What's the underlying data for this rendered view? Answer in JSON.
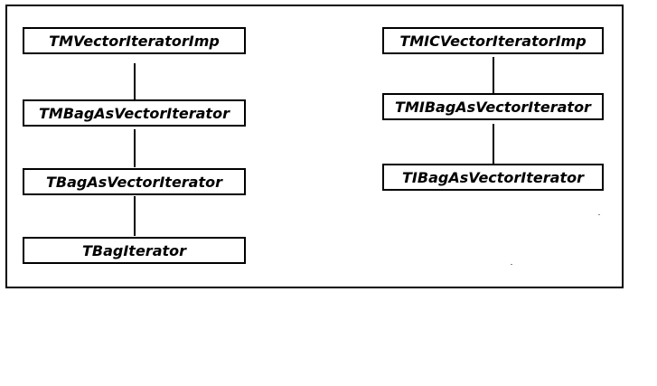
{
  "diagram": {
    "nodes": [
      {
        "id": "n1",
        "label": "TMVectorIteratorImp"
      },
      {
        "id": "n2",
        "label": "TMBagAsVectorIterator"
      },
      {
        "id": "n3",
        "label": "TBagAsVectorIterator"
      },
      {
        "id": "n4",
        "label": "TBagIterator"
      },
      {
        "id": "n5",
        "label": "TMICVectorIteratorImp"
      },
      {
        "id": "n6",
        "label": "TMIBagAsVectorIterator"
      },
      {
        "id": "n7",
        "label": "TIBagAsVectorIterator"
      }
    ],
    "edges": [
      {
        "from": "n1",
        "to": "n2"
      },
      {
        "from": "n2",
        "to": "n3"
      },
      {
        "from": "n3",
        "to": "n4"
      },
      {
        "from": "n5",
        "to": "n6"
      },
      {
        "from": "n6",
        "to": "n7"
      }
    ]
  }
}
